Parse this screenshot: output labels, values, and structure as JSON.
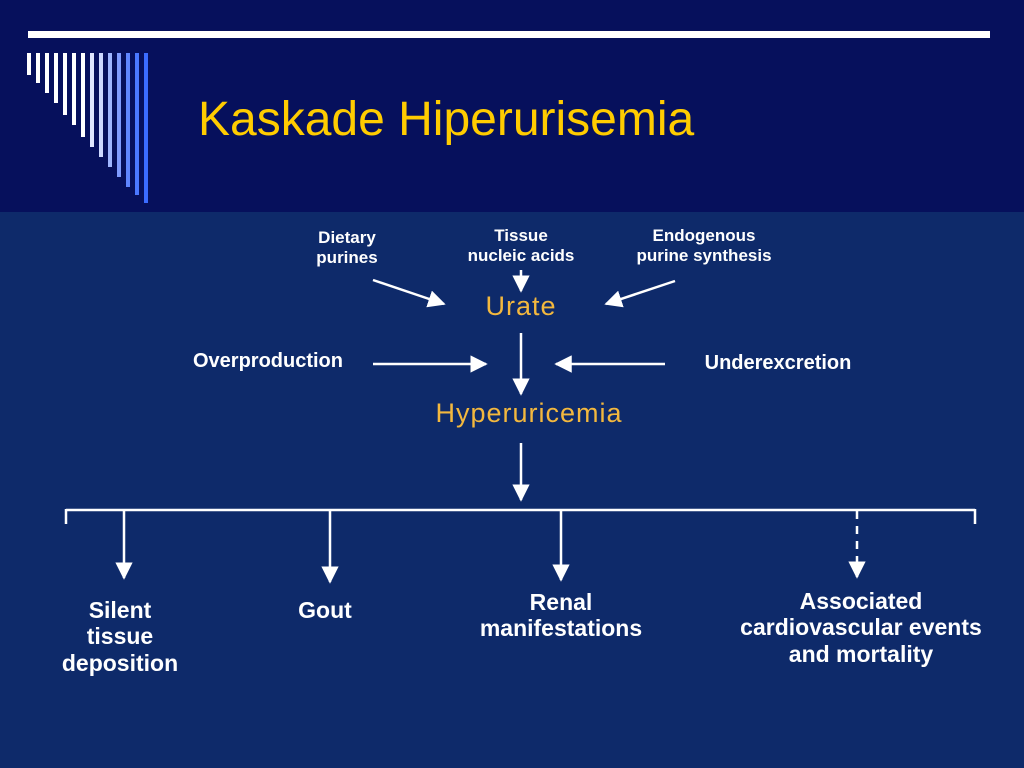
{
  "slide": {
    "title": "Kaskade Hiperurisemia"
  },
  "diagram": {
    "sources": {
      "dietary": [
        "Dietary",
        "purines"
      ],
      "tissue": [
        "Tissue",
        "nucleic acids"
      ],
      "endogenous": [
        "Endogenous",
        "purine synthesis"
      ]
    },
    "urate": "Urate",
    "overproduction": "Overproduction",
    "underexcretion": "Underexcretion",
    "hyperuricemia": "Hyperuricemia",
    "outcomes": {
      "silent": [
        "Silent",
        "tissue",
        "deposition"
      ],
      "gout": [
        "Gout"
      ],
      "renal": [
        "Renal",
        "manifestations"
      ],
      "associated": [
        "Associated",
        "cardiovascular events",
        "and mortality"
      ]
    }
  },
  "colors": {
    "header_background": "#06105c",
    "body_background": "#0e2a6a",
    "title": "#ffcc00",
    "node_accent": "#f3b83e",
    "text": "#ffffff",
    "stripes": [
      "#ffffff",
      "#9fb6ff",
      "#3b6cff"
    ]
  }
}
